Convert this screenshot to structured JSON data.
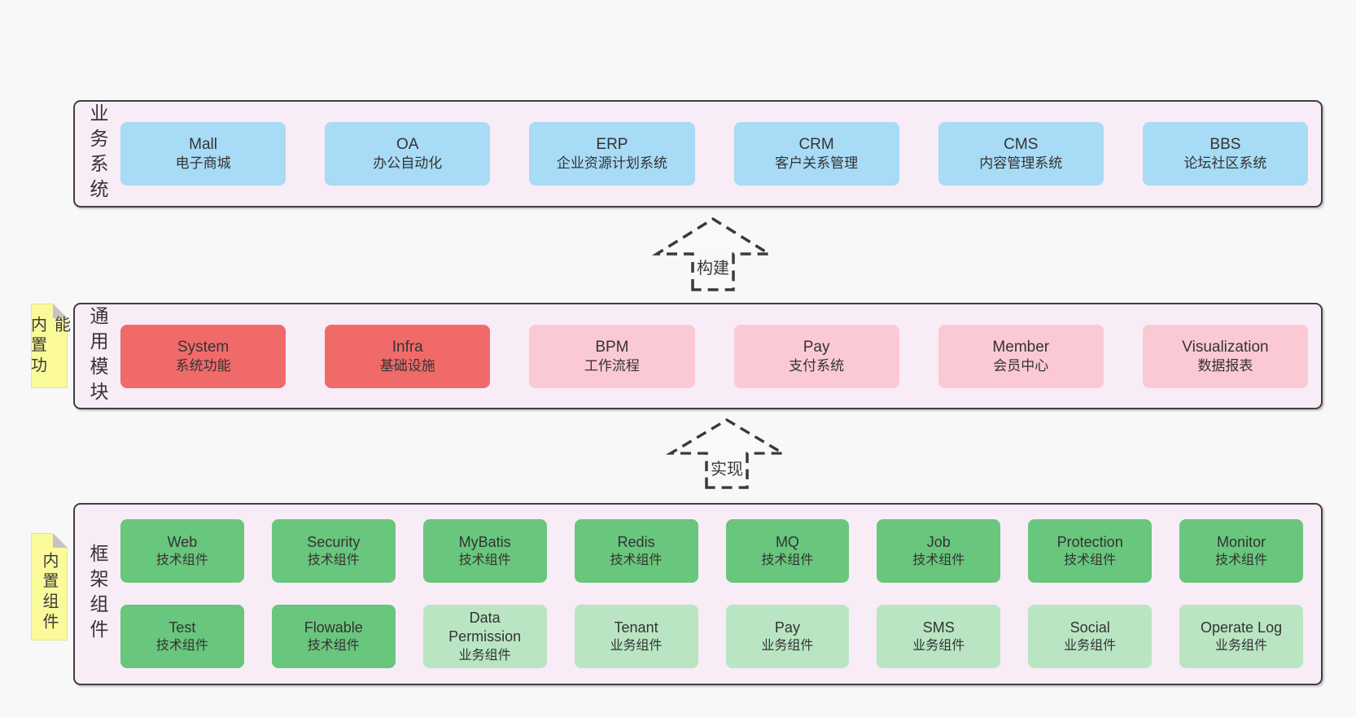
{
  "colors": {
    "page_bg": "#f8f8f8",
    "band_bg": "#f8ecf6",
    "band_border": "#3f3f3f",
    "blue": "#a8dbf5",
    "red": "#f16a6a",
    "pink": "#fbc9d4",
    "green": "#69c67d",
    "light_green": "#b9e5c3",
    "note_yellow": "#fbfa9b",
    "fold_gray": "#c4c4c4",
    "text": "#333333"
  },
  "bands": [
    {
      "label": "业务系统",
      "boxes": [
        {
          "name": "Mall",
          "desc": "电子商城"
        },
        {
          "name": "OA",
          "desc": "办公自动化"
        },
        {
          "name": "ERP",
          "desc": "企业资源计划系统"
        },
        {
          "name": "CRM",
          "desc": "客户关系管理"
        },
        {
          "name": "CMS",
          "desc": "内容管理系统"
        },
        {
          "name": "BBS",
          "desc": "论坛社区系统"
        }
      ]
    },
    {
      "label": "通用模块",
      "note": "内置功能",
      "boxes": [
        {
          "name": "System",
          "desc": "系统功能"
        },
        {
          "name": "Infra",
          "desc": "基础设施"
        },
        {
          "name": "BPM",
          "desc": "工作流程"
        },
        {
          "name": "Pay",
          "desc": "支付系统"
        },
        {
          "name": "Member",
          "desc": "会员中心"
        },
        {
          "name": "Visualization",
          "desc": "数据报表"
        }
      ]
    },
    {
      "label": "框架组件",
      "note": "内置组件",
      "rows": [
        [
          {
            "name": "Web",
            "desc": "技术组件"
          },
          {
            "name": "Security",
            "desc": "技术组件"
          },
          {
            "name": "MyBatis",
            "desc": "技术组件"
          },
          {
            "name": "Redis",
            "desc": "技术组件"
          },
          {
            "name": "MQ",
            "desc": "技术组件"
          },
          {
            "name": "Job",
            "desc": "技术组件"
          },
          {
            "name": "Protection",
            "desc": "技术组件"
          },
          {
            "name": "Monitor",
            "desc": "技术组件"
          }
        ],
        [
          {
            "name": "Test",
            "desc": "技术组件"
          },
          {
            "name": "Flowable",
            "desc": "技术组件"
          },
          {
            "name": "Data\nPermission",
            "desc": "业务组件"
          },
          {
            "name": "Tenant",
            "desc": "业务组件"
          },
          {
            "name": "Pay",
            "desc": "业务组件"
          },
          {
            "name": "SMS",
            "desc": "业务组件"
          },
          {
            "name": "Social",
            "desc": "业务组件"
          },
          {
            "name": "Operate Log",
            "desc": "业务组件"
          }
        ]
      ]
    }
  ],
  "arrows": [
    {
      "label": "构建"
    },
    {
      "label": "实现"
    }
  ]
}
